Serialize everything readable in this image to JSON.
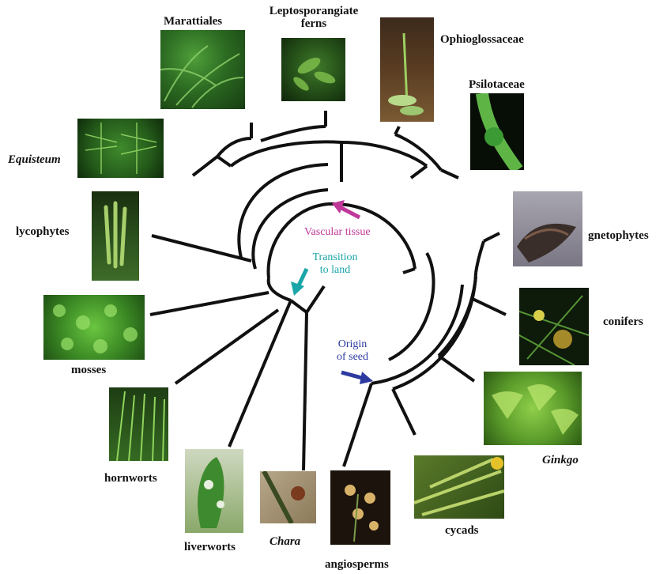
{
  "taxa": {
    "marattiales": "Marattiales",
    "leptosporangiate": [
      "Leptosporangiate",
      "ferns"
    ],
    "ophioglossaceae": "Ophioglossaceae",
    "psilotaceae": "Psilotaceae",
    "equisetum": "Equisteum",
    "lycophytes": "lycophytes",
    "mosses": "mosses",
    "hornworts": "hornworts",
    "liverworts": "liverworts",
    "chara": "Chara",
    "angiosperms": "angiosperms",
    "cycads": "cycads",
    "ginkgo": "Ginkgo",
    "conifers": "conifers",
    "gnetophytes": "gnetophytes"
  },
  "annotations": {
    "vascular": {
      "text": "Vascular tissue",
      "color": "#c0389a"
    },
    "land": {
      "lines": [
        "Transition",
        "to land"
      ],
      "color": "#1aa5a8"
    },
    "seed": {
      "lines": [
        "Origin",
        "of seed"
      ],
      "color": "#2c3aa0"
    }
  }
}
